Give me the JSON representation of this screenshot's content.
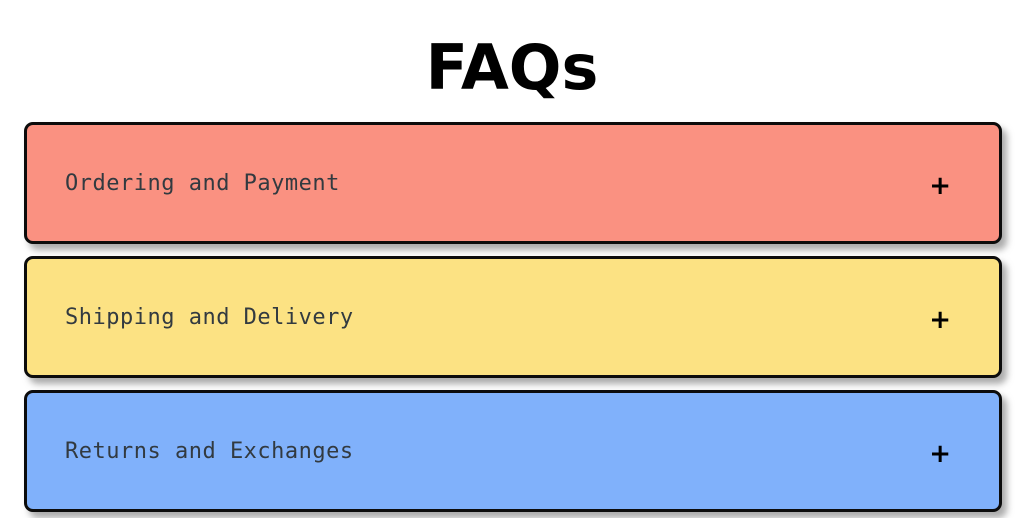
{
  "page": {
    "title": "FAQs",
    "background_color": "#ffffff",
    "title_color": "#000000"
  },
  "accordion": {
    "border_color": "#0c0c0c",
    "label_color": "#323a40",
    "toggle_color": "#000000",
    "items": [
      {
        "label": "Ordering and Payment",
        "toggle": "+",
        "toggle_icon": "plus-icon",
        "state": "collapsed",
        "background_color": "#fa9181"
      },
      {
        "label": "Shipping and Delivery",
        "toggle": "+",
        "toggle_icon": "plus-icon",
        "state": "collapsed",
        "background_color": "#fce283"
      },
      {
        "label": "Returns and Exchanges",
        "toggle": "+",
        "toggle_icon": "plus-icon",
        "state": "collapsed",
        "background_color": "#80b1fb"
      }
    ]
  }
}
